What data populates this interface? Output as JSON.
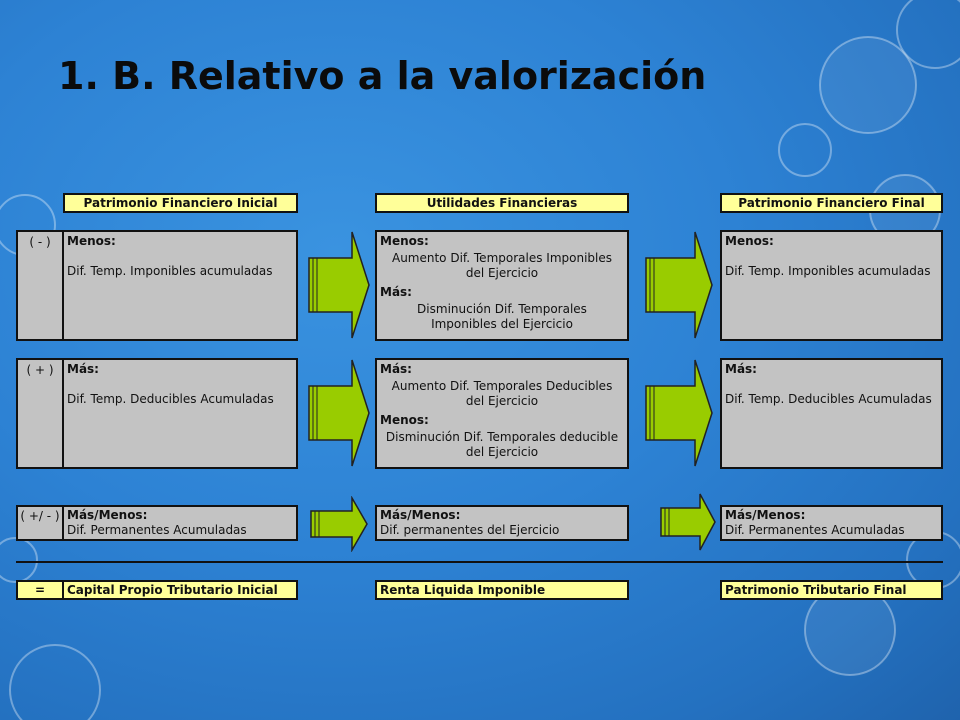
{
  "title": "1. B. Relativo a la valorización",
  "headers": {
    "initial": "Patrimonio Financiero Inicial",
    "utilities": "Utilidades Financieras",
    "final": "Patrimonio Financiero Final"
  },
  "rows": [
    {
      "sign": "( - )",
      "left": {
        "label": "Menos:",
        "text": "Dif. Temp. Imponibles acumuladas"
      },
      "middle": {
        "label1": "Menos:",
        "text1": "Aumento Dif. Temporales Imponibles del Ejercicio",
        "label2": "Más:",
        "text2": "Disminución Dif. Temporales Imponibles del Ejercicio"
      },
      "right": {
        "label": "Menos:",
        "text": "Dif. Temp. Imponibles acumuladas"
      }
    },
    {
      "sign": "( + )",
      "left": {
        "label": "Más:",
        "text": "Dif. Temp. Deducibles Acumuladas"
      },
      "middle": {
        "label1": "Más:",
        "text1": "Aumento Dif. Temporales Deducibles del Ejercicio",
        "label2": "Menos:",
        "text2": "Disminución Dif. Temporales deducible del Ejercicio"
      },
      "right": {
        "label": "Más:",
        "text": "Dif. Temp. Deducibles Acumuladas"
      }
    },
    {
      "sign": "( +/ - )",
      "left": {
        "label": "Más/Menos:",
        "text": "Dif. Permanentes Acumuladas"
      },
      "middle": {
        "label": "Más/Menos:",
        "text": "Dif. permanentes del Ejercicio"
      },
      "right": {
        "label": "Más/Menos:",
        "text": "Dif. Permanentes Acumuladas"
      }
    }
  ],
  "totals": {
    "sign": "=",
    "initial": "Capital Propio Tributario Inicial",
    "middle": "Renta Liquida Imponible",
    "final": "Patrimonio Tributario Final"
  },
  "colors": {
    "header_fill": "#ffff99",
    "box_fill": "#c3c3c3",
    "arrow_fill": "#99cc00",
    "background": "#2d82d4"
  }
}
